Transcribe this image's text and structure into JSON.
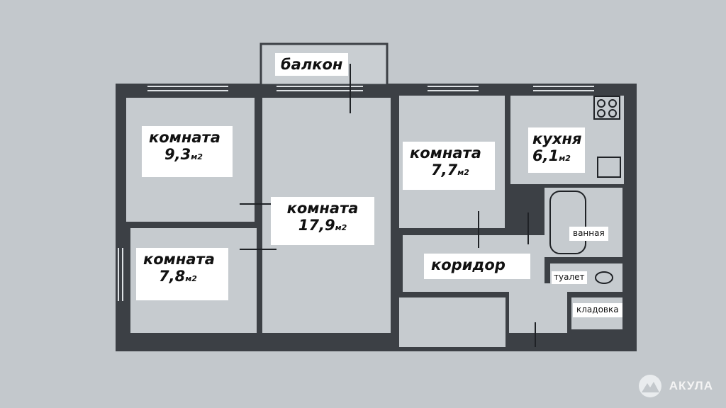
{
  "labels": {
    "balcony": "балкон",
    "room_a": {
      "name": "комната",
      "area": "9,3",
      "unit": "м2"
    },
    "room_b": {
      "name": "комната",
      "area": "7,8",
      "unit": "м2"
    },
    "room_c": {
      "name": "комната",
      "area": "17,9",
      "unit": "м2"
    },
    "room_d": {
      "name": "комната",
      "area": "7,7",
      "unit": "м2"
    },
    "kitchen": {
      "name": "кухня",
      "area": "6,1",
      "unit": "м2"
    },
    "corridor": "коридор",
    "bathroom": "ванная",
    "toilet": "туалет",
    "storage": "кладовка"
  },
  "brand": {
    "name": "АКУЛА",
    "icon": "mountain-logo-icon"
  },
  "colors": {
    "background": "#c3c8cc",
    "wall": "#3c4045",
    "room_fill": "#c6cbcf",
    "label_bg": "#ffffff"
  }
}
